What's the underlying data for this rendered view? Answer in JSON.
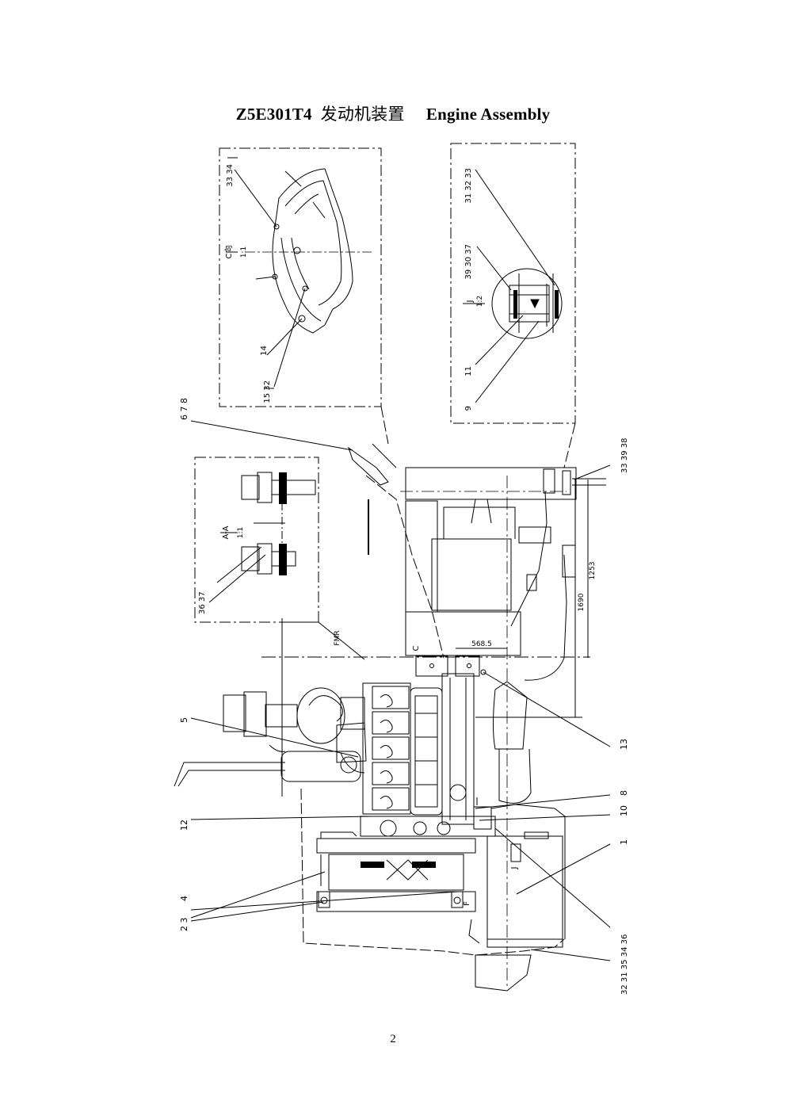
{
  "document": {
    "title_model": "Z5E301T4",
    "title_cn": "发动机装置",
    "title_en": "Engine Assembly",
    "page_number": "2"
  },
  "callouts": {
    "c_6_7_8": "6  7  8",
    "c_5": "5",
    "c_12": "12",
    "c_4": "4",
    "c_2_3": "2  3",
    "c_13": "13",
    "c_8_right": "8",
    "c_10": "10",
    "c_1": "1",
    "c_bottom_right": "32 31 35 34 36",
    "c_top_right": "33 39 38",
    "c_v1_top": "33 34",
    "c_v1_bot": "15 32",
    "c_v1_14": "14",
    "c_v3_top": "31 32 33",
    "c_v3_mid": "39 30 37",
    "c_v3_11": "11",
    "c_v3_9": "9",
    "c_v2_ref": "36 37"
  },
  "views": {
    "detail_c_label": "C向",
    "detail_c_scale": "1:1",
    "detail_j_label": "J",
    "detail_j_scale": "1:2",
    "section_aa_label": "A-A",
    "section_aa_scale": "1:1"
  },
  "dimensions": {
    "dim_1253": "1253",
    "dim_1690": "1690",
    "dim_568": "568.5",
    "label_fmr": "FMR",
    "label_c": "C",
    "label_j": "J",
    "label_f": "F"
  }
}
